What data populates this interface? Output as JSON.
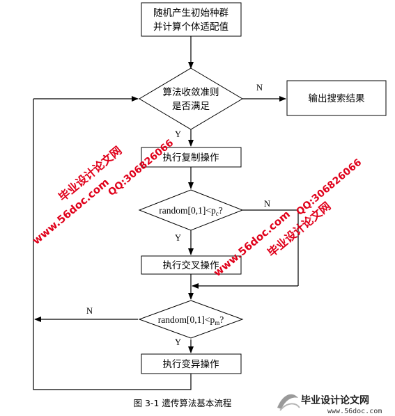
{
  "flow": {
    "start_line1": "随机产生初始种群",
    "start_line2": "并计算个体适配值",
    "converge_line1": "算法收敛准则",
    "converge_line2": "是否满足",
    "output": "输出搜索结果",
    "copy": "执行复制操作",
    "cross_cond_prefix": "random[0,1]<p",
    "cross_cond_sub": "c",
    "cross_cond_suffix": "?",
    "cross": "执行交叉操作",
    "mut_cond_prefix": "random[0,1]<p",
    "mut_cond_sub": "m",
    "mut_cond_suffix": "?",
    "mutate": "执行变异操作",
    "label_n1": "N",
    "label_y1": "Y",
    "label_n2": "N",
    "label_y2": "Y",
    "label_n3": "N",
    "label_y3": "Y"
  },
  "watermarks": {
    "brand": "毕业设计论文网",
    "site": "www.56doc.com",
    "qq": "QQ:306826066"
  },
  "caption": "图 3-1 遗传算法基本流程",
  "footer_logo": {
    "brand": "毕业设计论文网",
    "site": "www.56doc.com"
  }
}
